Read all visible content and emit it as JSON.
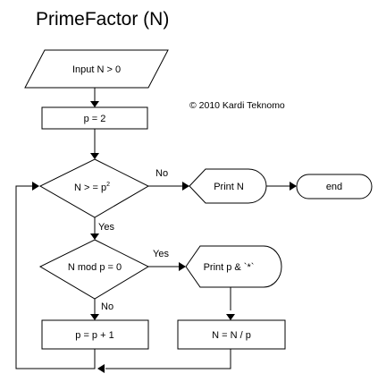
{
  "title": "PrimeFactor (N)",
  "copyright": "© 2010 Kardi Teknomo",
  "nodes": {
    "input": "Input N > 0",
    "init_p": "p = 2",
    "cond_square": "N > = p",
    "cond_square_exp": "2",
    "print_n": "Print N",
    "end": "end",
    "cond_mod": "N mod p = 0",
    "print_p": "Print p & `*`",
    "increment_p": "p = p + 1",
    "divide_n": "N = N / p"
  },
  "edge_labels": {
    "square_no": "No",
    "square_yes": "Yes",
    "mod_yes": "Yes",
    "mod_no": "No"
  }
}
